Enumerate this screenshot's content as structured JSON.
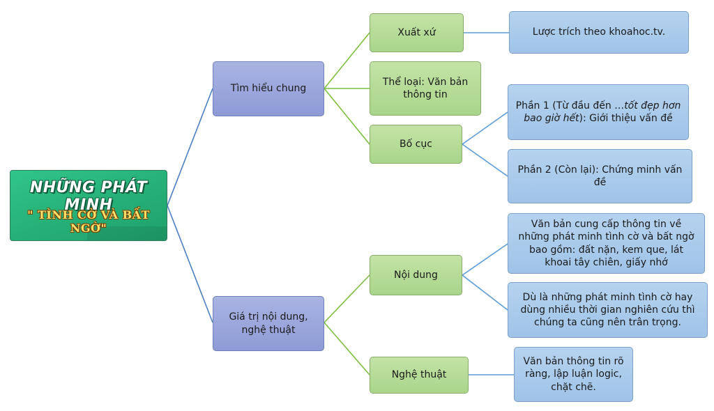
{
  "title": {
    "line1": "NHỮNG PHÁT MINH",
    "line2": "\" TÌNH CỜ VÀ BẤT NGỜ\""
  },
  "level1": {
    "tim_hieu_chung": "Tìm hiểu chung",
    "gia_tri": "Giá trị nội dung, nghệ thuật"
  },
  "level2": {
    "xuat_xu": "Xuất xứ",
    "the_loai": "Thể loại: Văn bản thông tin",
    "bo_cuc": "Bố cục",
    "noi_dung": "Nội dung",
    "nghe_thuat": "Nghệ thuật"
  },
  "level3": {
    "xuat_xu_text": "Lược trích theo khoahoc.tv.",
    "phan1_prefix": "Phần 1 (Từ đầu đến …",
    "phan1_italic": "tốt đẹp hơn bao giờ hết",
    "phan1_suffix": "): Giới thiệu vấn đề",
    "phan2": "Phần 2 (Còn lại): Chứng minh vấn đề",
    "noi_dung_1": "Văn bản cung cấp thông tin về những phát minh tình cờ và bất ngờ bao gồm: đất nặn, kem que, lát khoai tây chiên, giấy nhớ",
    "noi_dung_2": "Dù là những phát minh tình cờ hay dùng nhiều thời gian nghiên cứu thì chúng ta cũng nên trân trọng.",
    "nghe_thuat_text": "Văn bản thông tin rõ ràng, lập luận logic, chặt chẽ."
  },
  "colors": {
    "link_level1": "#4a7fc1",
    "link_level2": "#7cbf3e",
    "link_level3": "#5b9bd5"
  }
}
